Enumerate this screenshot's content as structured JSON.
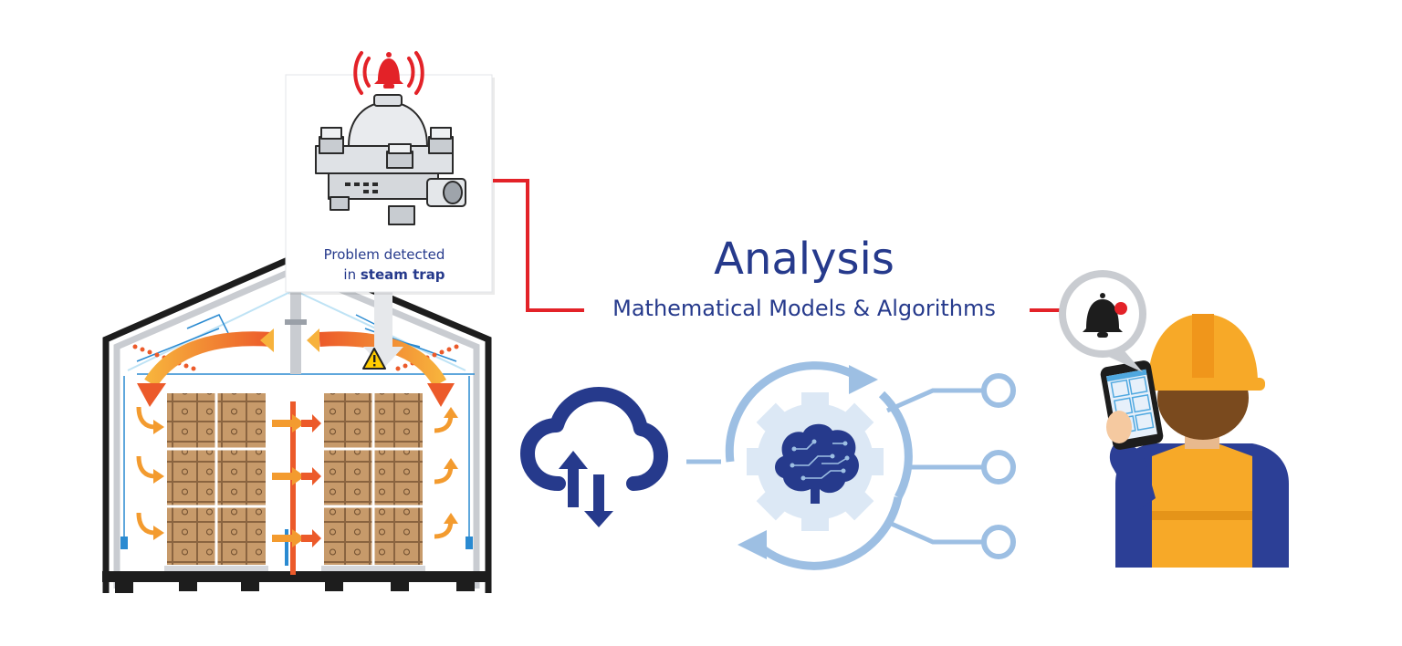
{
  "callout": {
    "line1": "Problem detected",
    "line2_prefix": "in ",
    "line2_bold": "steam trap"
  },
  "analysis": {
    "title": "Analysis",
    "subtitle": "Mathematical Models & Algorithms"
  },
  "colors": {
    "navy": "#263a8c",
    "alert_red": "#e32228",
    "light_blue": "#9dbfe3",
    "pale_blue": "#dce8f5",
    "orange": "#f39b2f",
    "red_orange": "#ec5a2a",
    "box_brown": "#c79a6a",
    "helmet_yellow": "#f7a928",
    "vest_blue": "#2c3f96",
    "skin": "#f5c9a0",
    "hair": "#7a4a1e"
  },
  "icons": {
    "alarm": "alarm-bell-icon",
    "warning": "warning-icon",
    "cloud": "cloud-sync-icon",
    "brain": "brain-gear-icon",
    "notification": "notification-bell-icon"
  }
}
